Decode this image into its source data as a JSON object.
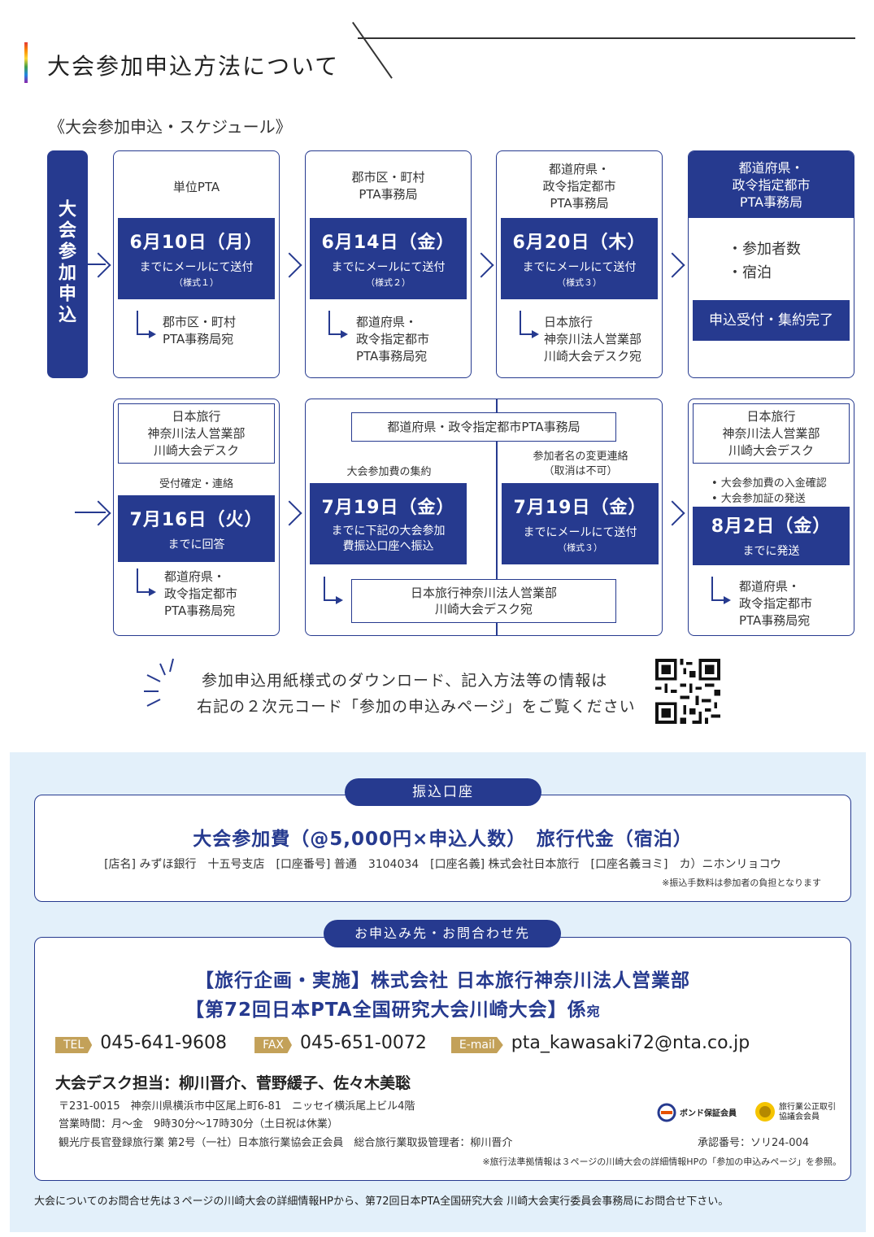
{
  "header": {
    "title": "大会参加申込方法について",
    "subtitle": "《大会参加申込・スケジュール》"
  },
  "side_label": "大会参加申込",
  "row1": [
    {
      "label": "単位PTA",
      "date": "6月10日（月）",
      "action": "までにメールにて送付",
      "form": "（様式１）",
      "dest": [
        "郡市区・町村",
        "PTA事務局宛"
      ]
    },
    {
      "label": "郡市区・町村\nPTA事務局",
      "date": "6月14日（金）",
      "action": "までにメールにて送付",
      "form": "（様式２）",
      "dest": [
        "都道府県・",
        "政令指定都市",
        "PTA事務局宛"
      ]
    },
    {
      "label": "都道府県・\n政令指定都市\nPTA事務局",
      "date": "6月20日（木）",
      "action": "までにメールにて送付",
      "form": "（様式３）",
      "dest": [
        "日本旅行",
        "神奈川法人営業部",
        "川崎大会デスク宛"
      ]
    }
  ],
  "final_box": {
    "title": "都道府県・\n政令指定都市\nPTA事務局",
    "items": [
      "・参加者数",
      "・宿泊"
    ],
    "status": "申込受付・集約完了"
  },
  "row2": {
    "box1": {
      "title": "日本旅行\n神奈川法人営業部\n川崎大会デスク",
      "label": "受付確定・連絡",
      "date": "7月16日（火）",
      "action": "までに回答",
      "dest": [
        "都道府県・",
        "政令指定都市",
        "PTA事務局宛"
      ]
    },
    "top_banner": "都道府県・政令指定都市PTA事務局",
    "box2": {
      "label": "大会参加費の集約",
      "date": "7月19日（金）",
      "action": "までに下記の大会参加\n費振込口座へ振込"
    },
    "box3": {
      "label": "参加者名の変更連絡\n（取消は不可）",
      "date": "7月19日（金）",
      "action": "までにメールにて送付",
      "form": "（様式３）"
    },
    "bottom_banner": "日本旅行神奈川法人営業部\n川崎大会デスク宛",
    "box4": {
      "title": "日本旅行\n神奈川法人営業部\n川崎大会デスク",
      "items": [
        "• 大会参加費の入金確認",
        "• 大会参加証の発送"
      ],
      "date": "8月2日（金）",
      "action": "までに発送",
      "dest": [
        "都道府県・",
        "政令指定都市",
        "PTA事務局宛"
      ]
    }
  },
  "download_note": {
    "line1": "参加申込用紙様式のダウンロード、記入方法等の情報は",
    "line2": "右記の２次元コード「参加の申込みページ」をご覧ください"
  },
  "bank": {
    "pill": "振込口座",
    "headline": "大会参加費（@5,000円×申込人数）　旅行代金（宿泊）",
    "details": "[店名] みずほ銀行　十五号支店　[口座番号] 普通　3104034　[口座名義] 株式会社日本旅行　[口座名義ヨミ]　カ）ニホンリョコウ",
    "note": "※振込手数料は参加者の負担となります"
  },
  "contact": {
    "pill": "お申込み先・お問合わせ先",
    "line1": "【旅行企画・実施】株式会社 日本旅行神奈川法人営業部",
    "line2": "【第72回日本PTA全国研究大会川崎大会】係",
    "line2_suffix": "宛",
    "tel_tag": "TEL",
    "tel": "045-641-9608",
    "fax_tag": "FAX",
    "fax": "045-651-0072",
    "email_tag": "E-mail",
    "email": "pta_kawasaki72@nta.co.jp",
    "staff": "大会デスク担当：柳川晋介、菅野緩子、佐々木美聡",
    "address": "〒231-0015　神奈川県横浜市中区尾上町6-81　ニッセイ横浜尾上ビル4階",
    "hours": "営業時間：月～金　9時30分～17時30分（土日祝は休業）",
    "registration": "観光庁長官登録旅行業 第2号（一社）日本旅行業協会正会員　総合旅行業取扱管理者：柳川晋介",
    "approval": "承認番号：ソリ24-004",
    "legal_note": "※旅行法準拠情報は３ページの川崎大会の詳細情報HPの「参加の申込みページ」を参照。",
    "logo1_text": "ボンド保証会員",
    "logo2_text": "旅行業公正取引\n協議会会員"
  },
  "footer": "大会についてのお問合せ先は３ページの川崎大会の詳細情報HPから、第72回日本PTA全国研究大会 川崎大会実行委員会事務局にお問合せ下さい。",
  "colors": {
    "navy": "#263a8f",
    "gold": "#c3a159",
    "light_blue_bg": "#e3f0fa",
    "contact_text": "#263a8f"
  }
}
